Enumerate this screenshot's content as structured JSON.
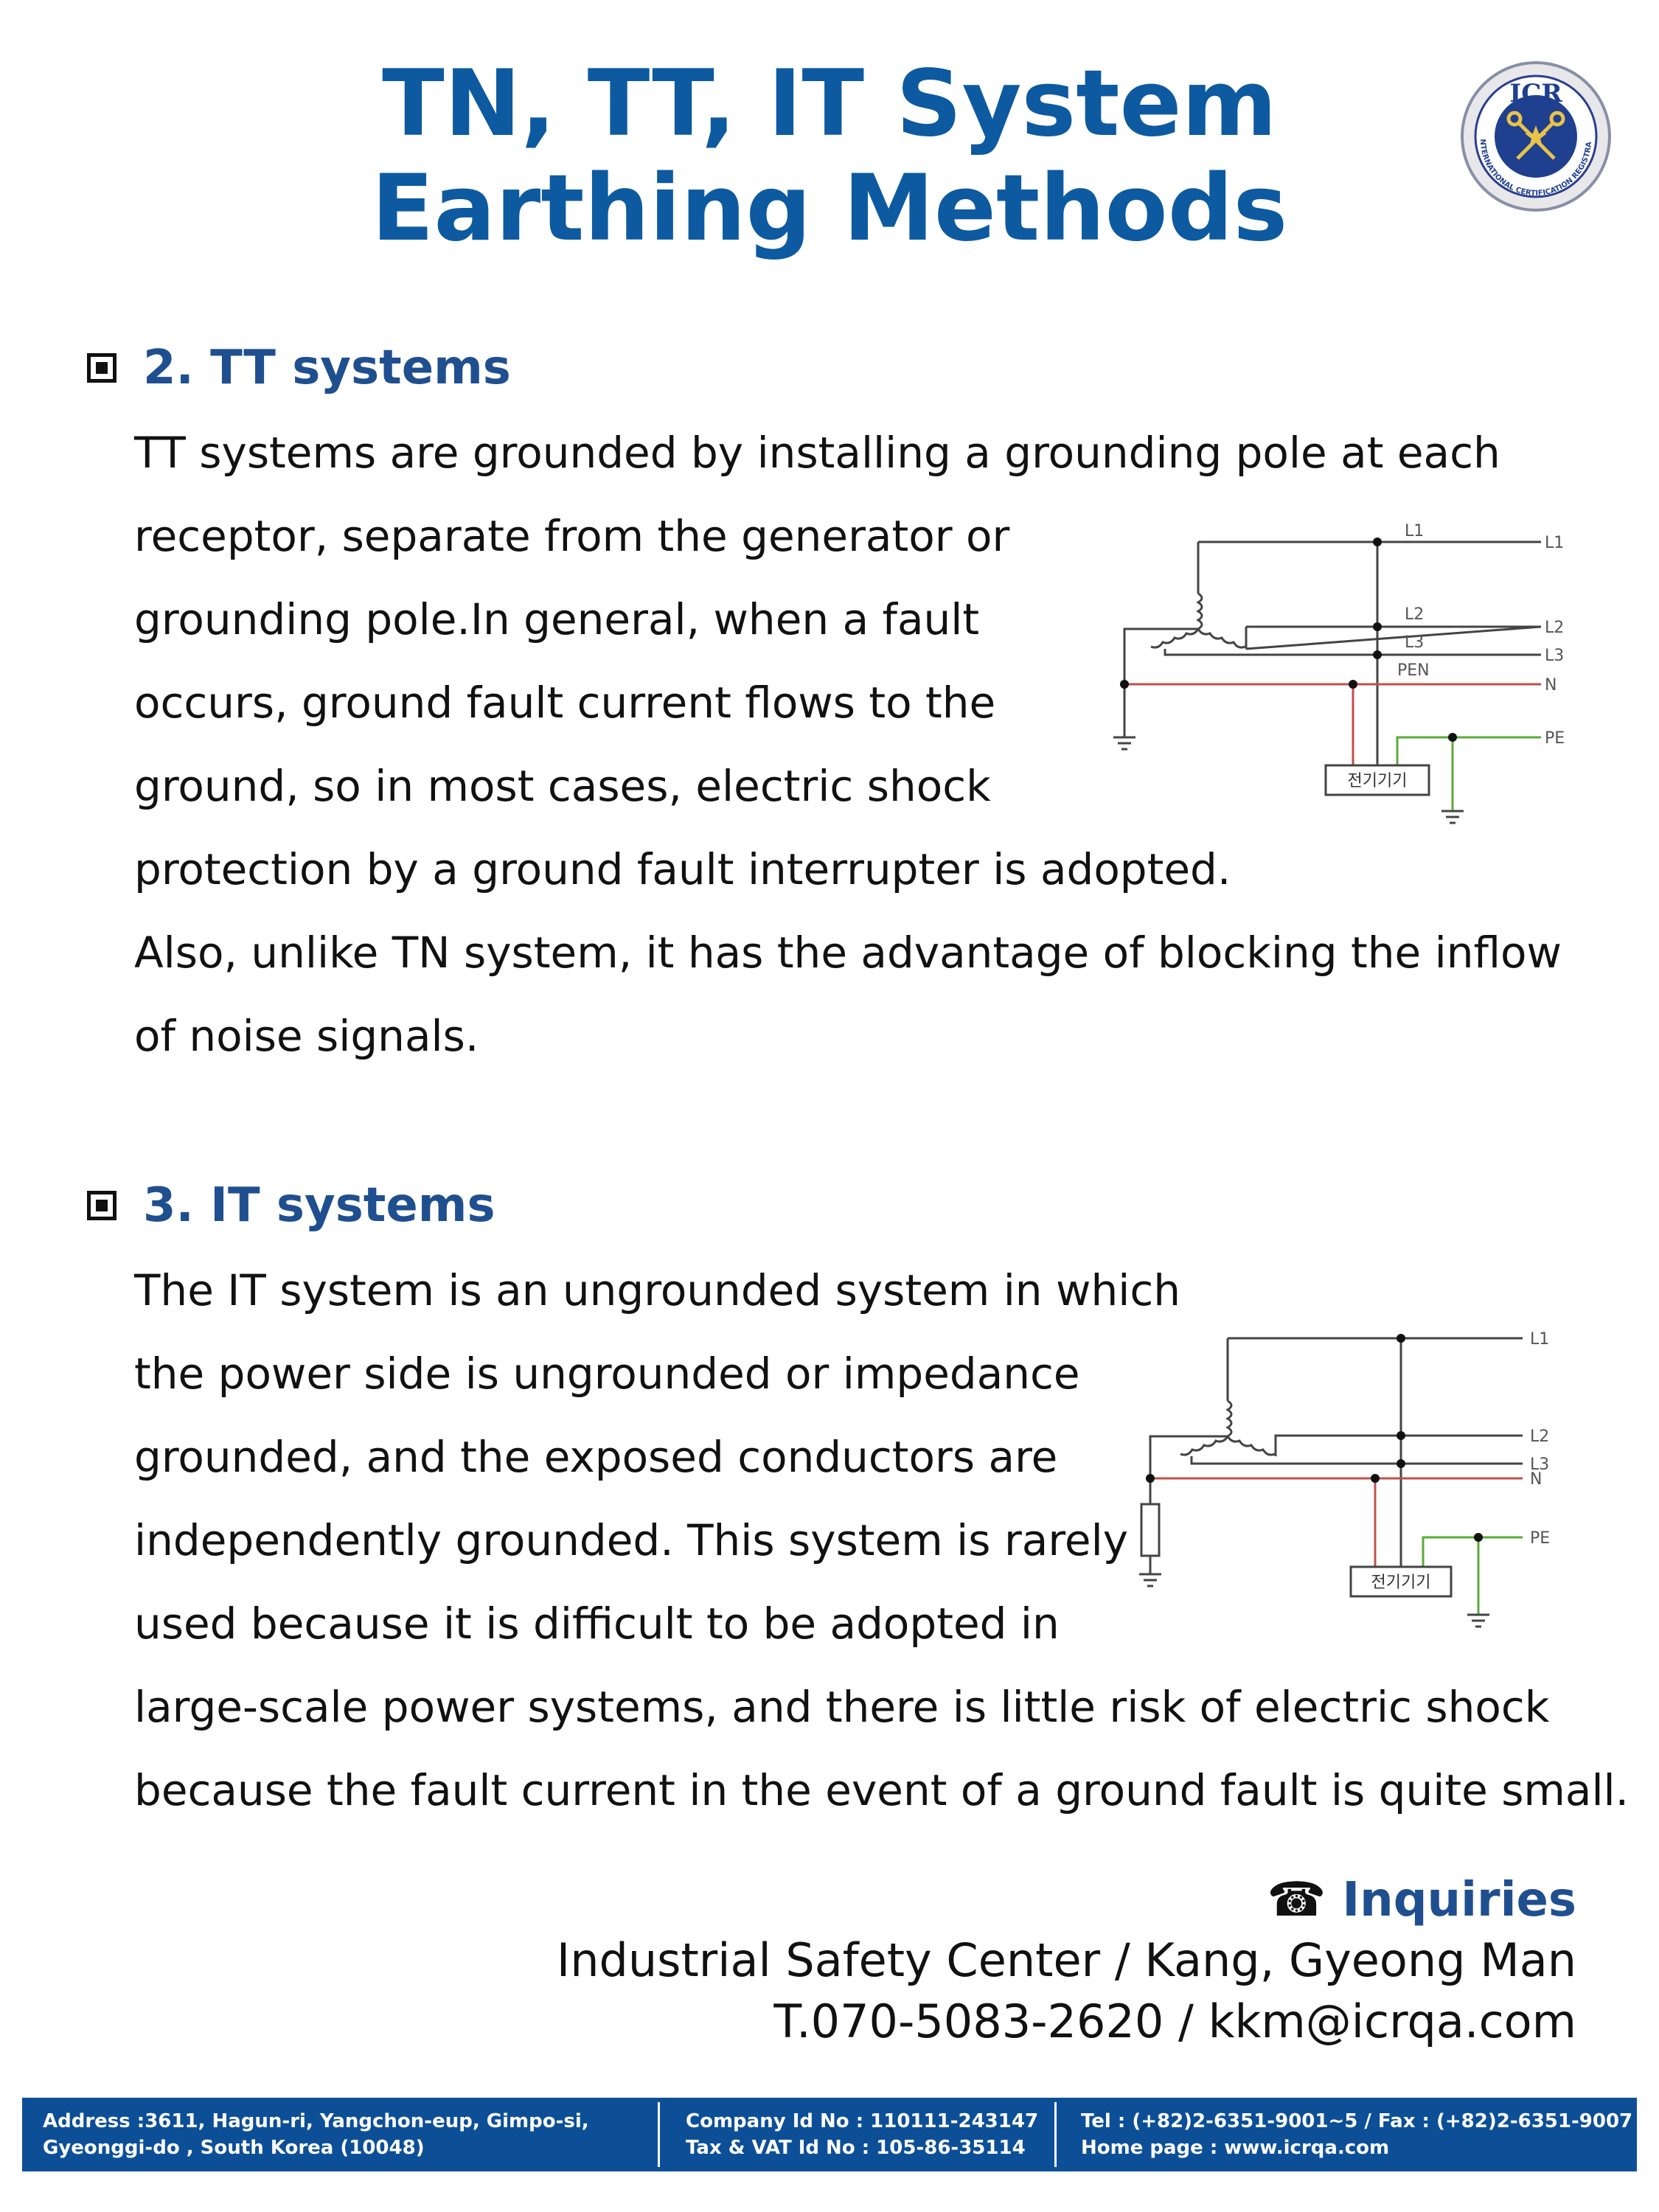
{
  "title": {
    "line1": "TN, TT, IT System",
    "line2": "Earthing Methods"
  },
  "logo": {
    "text": "ICR",
    "ring_text": "INTERNATIONAL CERTIFICATION REGISTRAR"
  },
  "tt": {
    "heading": "2. TT systems",
    "lines": [
      "TT systems are grounded by installing a grounding pole at each",
      "receptor, separate from the generator or",
      "grounding pole.In general, when a fault",
      "occurs, ground fault current flows to the",
      "ground, so in most cases, electric shock",
      "protection by a ground fault interrupter is adopted.",
      "Also, unlike TN system, it has the advantage of blocking the inflow",
      "of noise signals."
    ],
    "diagram": {
      "left_labels": [
        "L1",
        "L2",
        "L3",
        "PEN"
      ],
      "right_labels": [
        "L1",
        "L2",
        "L3",
        "N",
        "PE"
      ],
      "device": "전기기기"
    }
  },
  "it": {
    "heading": "3. IT systems",
    "lines": [
      "The IT system is an ungrounded system in which",
      "the power side is ungrounded or impedance",
      "grounded, and the exposed conductors are",
      "independently grounded. This system is rarely",
      "used because it is difficult to be adopted in",
      "large-scale power systems, and there is little risk of electric shock",
      "because the fault current in the event of a ground fault is quite small."
    ],
    "diagram": {
      "right_labels": [
        "L1",
        "L2",
        "L3",
        "N",
        "PE"
      ],
      "device": "전기기기"
    }
  },
  "inquiries": {
    "icon": "☎",
    "title": "Inquiries",
    "line1": "Industrial Safety Center  / Kang, Gyeong Man",
    "line2": "T.070-5083-2620 / kkm@icrqa.com"
  },
  "footer": {
    "address1": "Address :3611, Hagun-ri, Yangchon-eup, Gimpo-si,",
    "address2": "Gyeonggi-do , South Korea (10048)",
    "company": "Company Id No : 110111-243147",
    "tax": "Tax & VAT Id No : 105-86-35114",
    "tel": "Tel : (+82)2-6351-9001~5 / Fax : (+82)2-6351-9007",
    "homepage": "Home page : www.icrqa.com"
  },
  "colors": {
    "title": "#0d5aa0",
    "heading": "#1f4f8f",
    "footer": "#0d4f97",
    "neutral": "#c0504d",
    "pe": "#5aab3a"
  }
}
